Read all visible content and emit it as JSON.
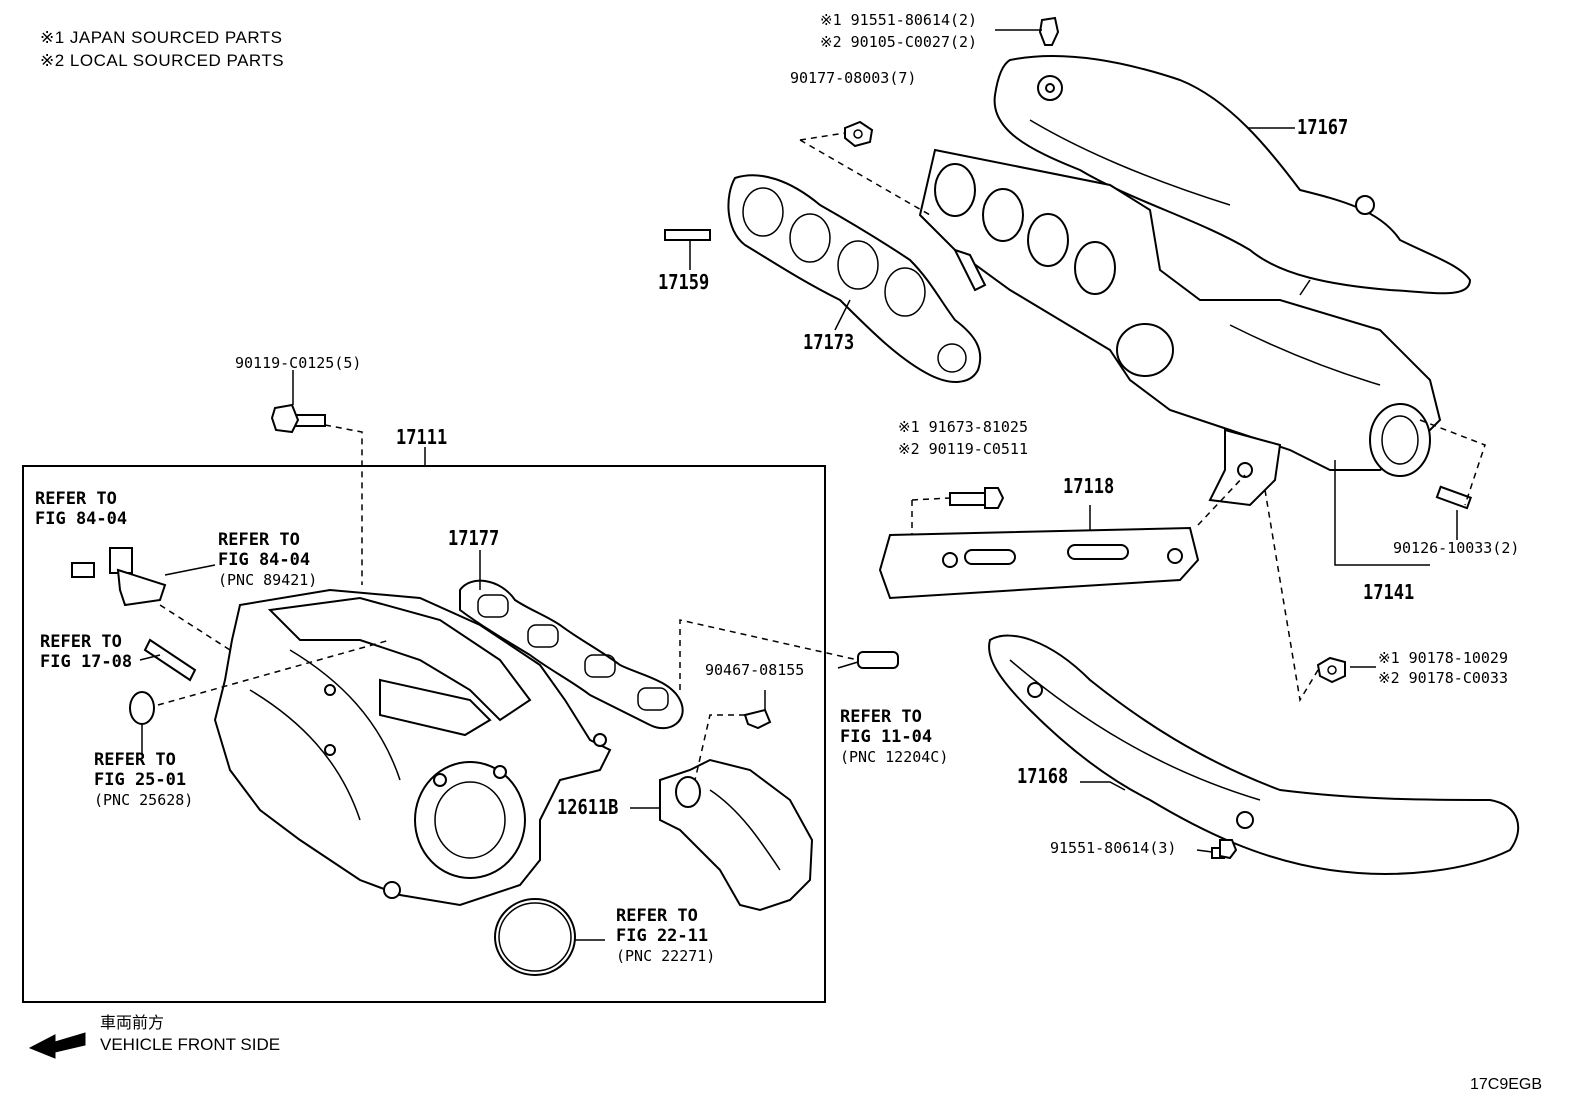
{
  "notes": {
    "japan": "※1 JAPAN SOURCED PARTS",
    "local": "※2 LOCAL SOURCED PARTS"
  },
  "parts": {
    "p_91551_80614_2": "※1 91551-80614(2)",
    "p_90105_C0027_2": "※2 90105-C0027(2)",
    "p_90177": "90177-08003(7)",
    "p_17167": "17167",
    "p_17159": "17159",
    "p_17173": "17173",
    "p_90119_C0125": "90119-C0125(5)",
    "p_17111": "17111",
    "p_91673": "※1 91673-81025",
    "p_90119_C0511": "※2 90119-C0511",
    "p_17118": "17118",
    "p_90126": "90126-10033(2)",
    "p_17141": "17141",
    "p_17177": "17177",
    "p_90467": "90467-08155",
    "p_12611B": "12611B",
    "p_90178_10029": "※1 90178-10029",
    "p_90178_C0033": "※2 90178-C0033",
    "p_17168": "17168",
    "p_91551_80614_3": "91551-80614(3)"
  },
  "refs": {
    "r1": {
      "line1": "REFER TO",
      "line2": "FIG 84-04"
    },
    "r2": {
      "line1": "REFER TO",
      "line2": "FIG 84-04",
      "pnc": "(PNC 89421)"
    },
    "r3": {
      "line1": "REFER TO",
      "line2": "FIG 17-08"
    },
    "r4": {
      "line1": "REFER TO",
      "line2": "FIG 25-01",
      "pnc": "(PNC 25628)"
    },
    "r5": {
      "line1": "REFER TO",
      "line2": "FIG 11-04",
      "pnc": "(PNC 12204C)"
    },
    "r6": {
      "line1": "REFER TO",
      "line2": "FIG 22-11",
      "pnc": "(PNC 22271)"
    }
  },
  "footer": {
    "direction_jp": "車両前方",
    "direction_en": "VEHICLE FRONT SIDE",
    "diagram_code": "17C9EGB"
  }
}
